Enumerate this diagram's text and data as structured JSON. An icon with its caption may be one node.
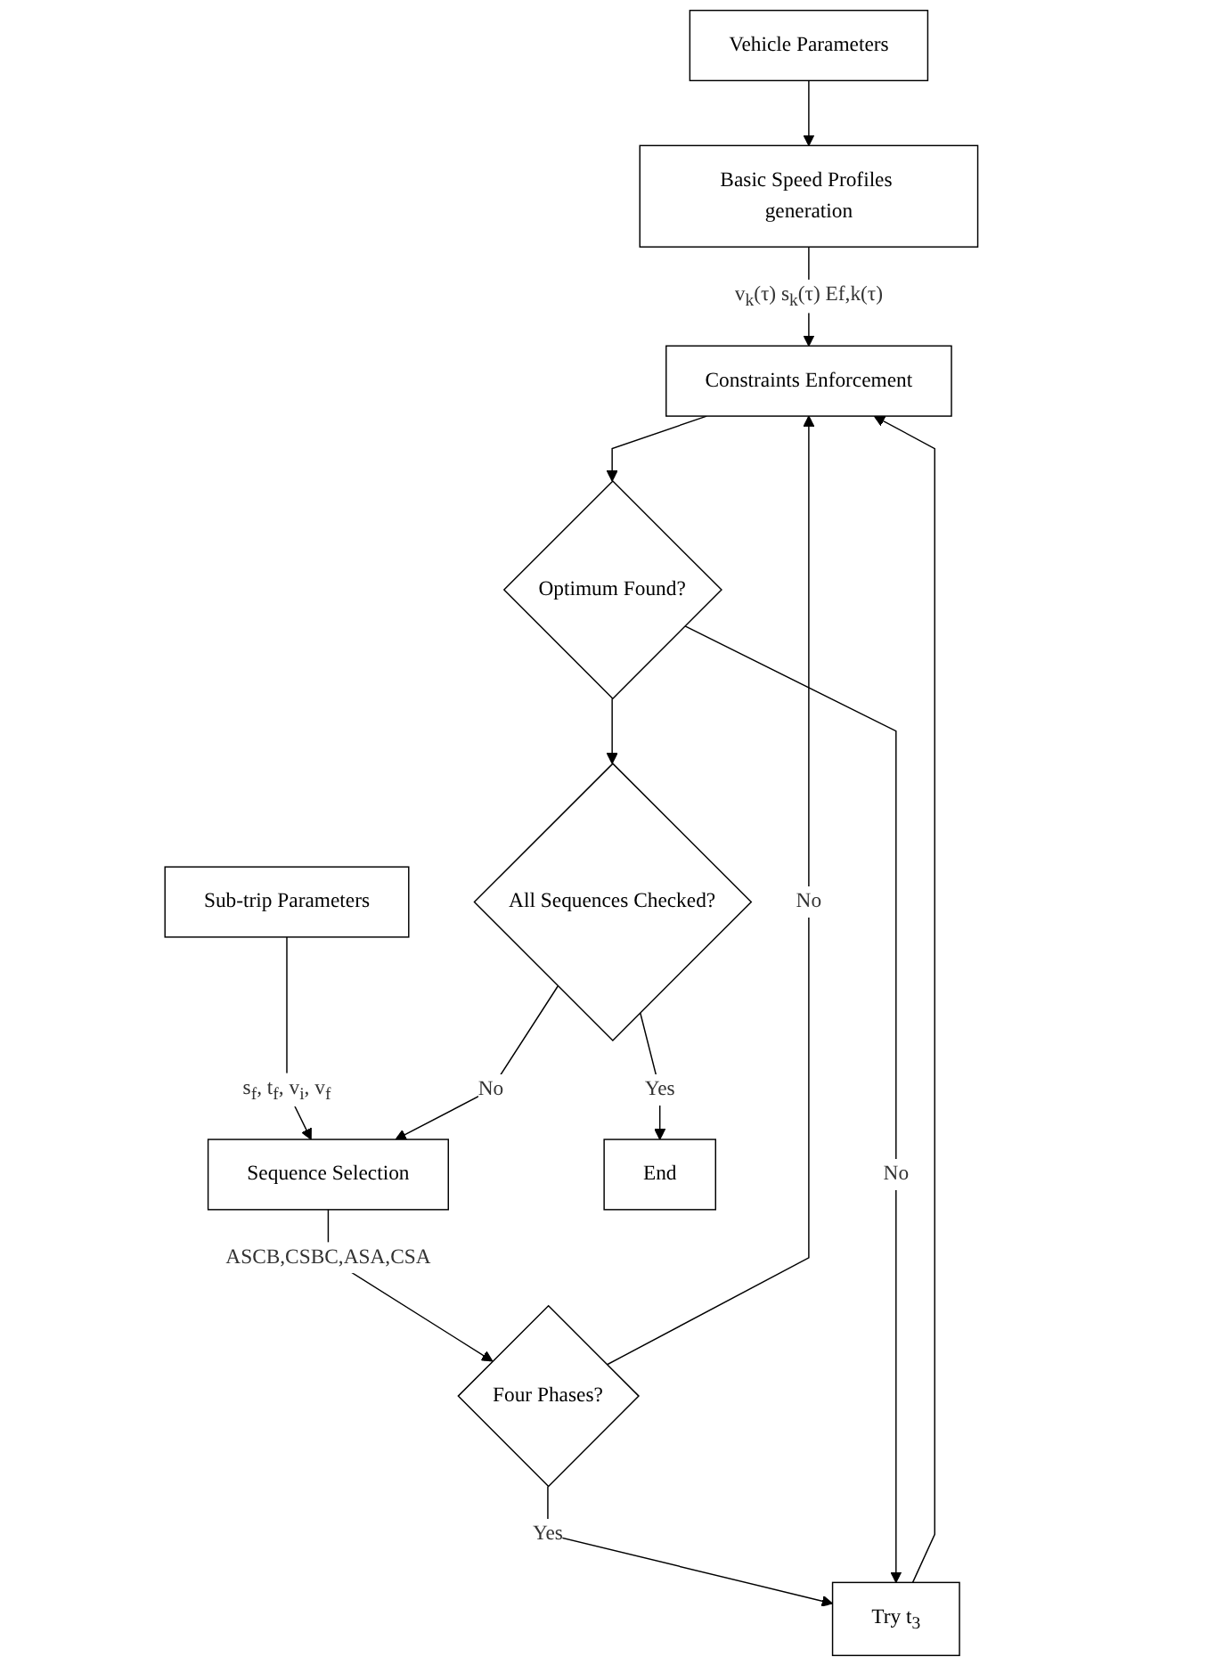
{
  "diagram": {
    "nodes": [
      {
        "text": [
          "Vehicle Parameters"
        ]
      },
      {
        "text": [
          "Sub-trip Parameters"
        ]
      },
      {
        "text": [
          "Basic Speed Profiles generation"
        ]
      },
      {
        "text": [
          "Sequence Selection"
        ]
      },
      {
        "text": [
          "Four Phases?"
        ]
      },
      {
        "text": [
          "Try t$_{3}$"
        ]
      },
      {
        "text": [
          "Constraints Enforcement"
        ]
      },
      {
        "text": [
          "Optimum Found?"
        ]
      },
      {
        "text": [
          "All Sequences Checked?"
        ]
      },
      {
        "text": [
          "End"
        ]
      }
    ],
    "edges": [
      {
        "from": 0,
        "to": 2,
        "arrow": "to"
      },
      {
        "from": 1,
        "to": 3,
        "arrow": "to",
        "label": "s$_{f}$, t$_{f}$, v$_{i}$, v$_{f}$"
      },
      {
        "from": 2,
        "to": 6,
        "arrow": "to",
        "label": "v$_{k}$(τ) s$_{k}$(τ) Ef,k(τ)"
      },
      {
        "from": 3,
        "to": 4,
        "arrow": "to",
        "label": "ASCB,CSBC,ASA,CSA"
      },
      {
        "from": 4,
        "to": 6,
        "arrow": "to",
        "label": "No"
      },
      {
        "from": 4,
        "to": 5,
        "arrow": "to",
        "label": "Yes"
      },
      {
        "from": 5,
        "to": 6,
        "arrow": "to"
      },
      {
        "from": 6,
        "to": 7,
        "arrow": "to"
      },
      {
        "from": 7,
        "to": 5,
        "arrow": "to",
        "label": "No"
      },
      {
        "from": 7,
        "to": 8,
        "arrow": "to"
      },
      {
        "from": 8,
        "to": 3,
        "arrow": "to",
        "label": "No"
      },
      {
        "from": 8,
        "to": 9,
        "arrow": "to",
        "label": "Yes"
      }
    ]
  }
}
